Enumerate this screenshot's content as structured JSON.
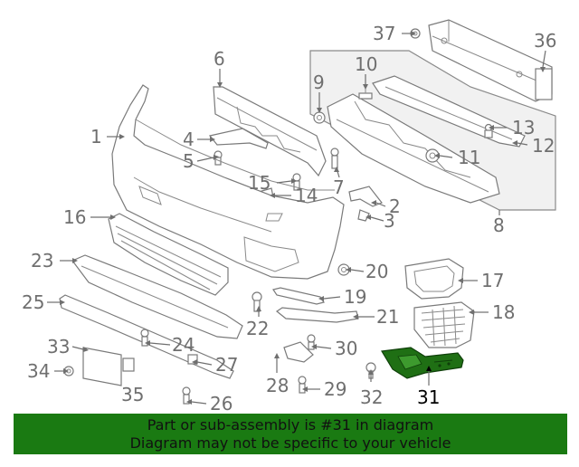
{
  "diagram": {
    "highlight_part": "31",
    "labels": [
      {
        "id": "1",
        "text": "1"
      },
      {
        "id": "2",
        "text": "2"
      },
      {
        "id": "3",
        "text": "3"
      },
      {
        "id": "4",
        "text": "4"
      },
      {
        "id": "5",
        "text": "5"
      },
      {
        "id": "6",
        "text": "6"
      },
      {
        "id": "7",
        "text": "7"
      },
      {
        "id": "8",
        "text": "8"
      },
      {
        "id": "9",
        "text": "9"
      },
      {
        "id": "10",
        "text": "10"
      },
      {
        "id": "11",
        "text": "11"
      },
      {
        "id": "12",
        "text": "12"
      },
      {
        "id": "13",
        "text": "13"
      },
      {
        "id": "14",
        "text": "14"
      },
      {
        "id": "15",
        "text": "15"
      },
      {
        "id": "16",
        "text": "16"
      },
      {
        "id": "17",
        "text": "17"
      },
      {
        "id": "18",
        "text": "18"
      },
      {
        "id": "19",
        "text": "19"
      },
      {
        "id": "20",
        "text": "20"
      },
      {
        "id": "21",
        "text": "21"
      },
      {
        "id": "22",
        "text": "22"
      },
      {
        "id": "23",
        "text": "23"
      },
      {
        "id": "24",
        "text": "24"
      },
      {
        "id": "25",
        "text": "25"
      },
      {
        "id": "26",
        "text": "26"
      },
      {
        "id": "27",
        "text": "27"
      },
      {
        "id": "28",
        "text": "28"
      },
      {
        "id": "29",
        "text": "29"
      },
      {
        "id": "30",
        "text": "30"
      },
      {
        "id": "31",
        "text": "31"
      },
      {
        "id": "32",
        "text": "32"
      },
      {
        "id": "33",
        "text": "33"
      },
      {
        "id": "34",
        "text": "34"
      },
      {
        "id": "35",
        "text": "35"
      },
      {
        "id": "36",
        "text": "36"
      },
      {
        "id": "37",
        "text": "37"
      }
    ]
  },
  "banner": {
    "line1": "Part or sub-assembly is #31 in diagram",
    "line2": "Diagram may not be specific to your vehicle",
    "background": "#1a7a12"
  },
  "colors": {
    "highlight_part": "#1f6f14",
    "line_art": "#7a7a7a"
  }
}
